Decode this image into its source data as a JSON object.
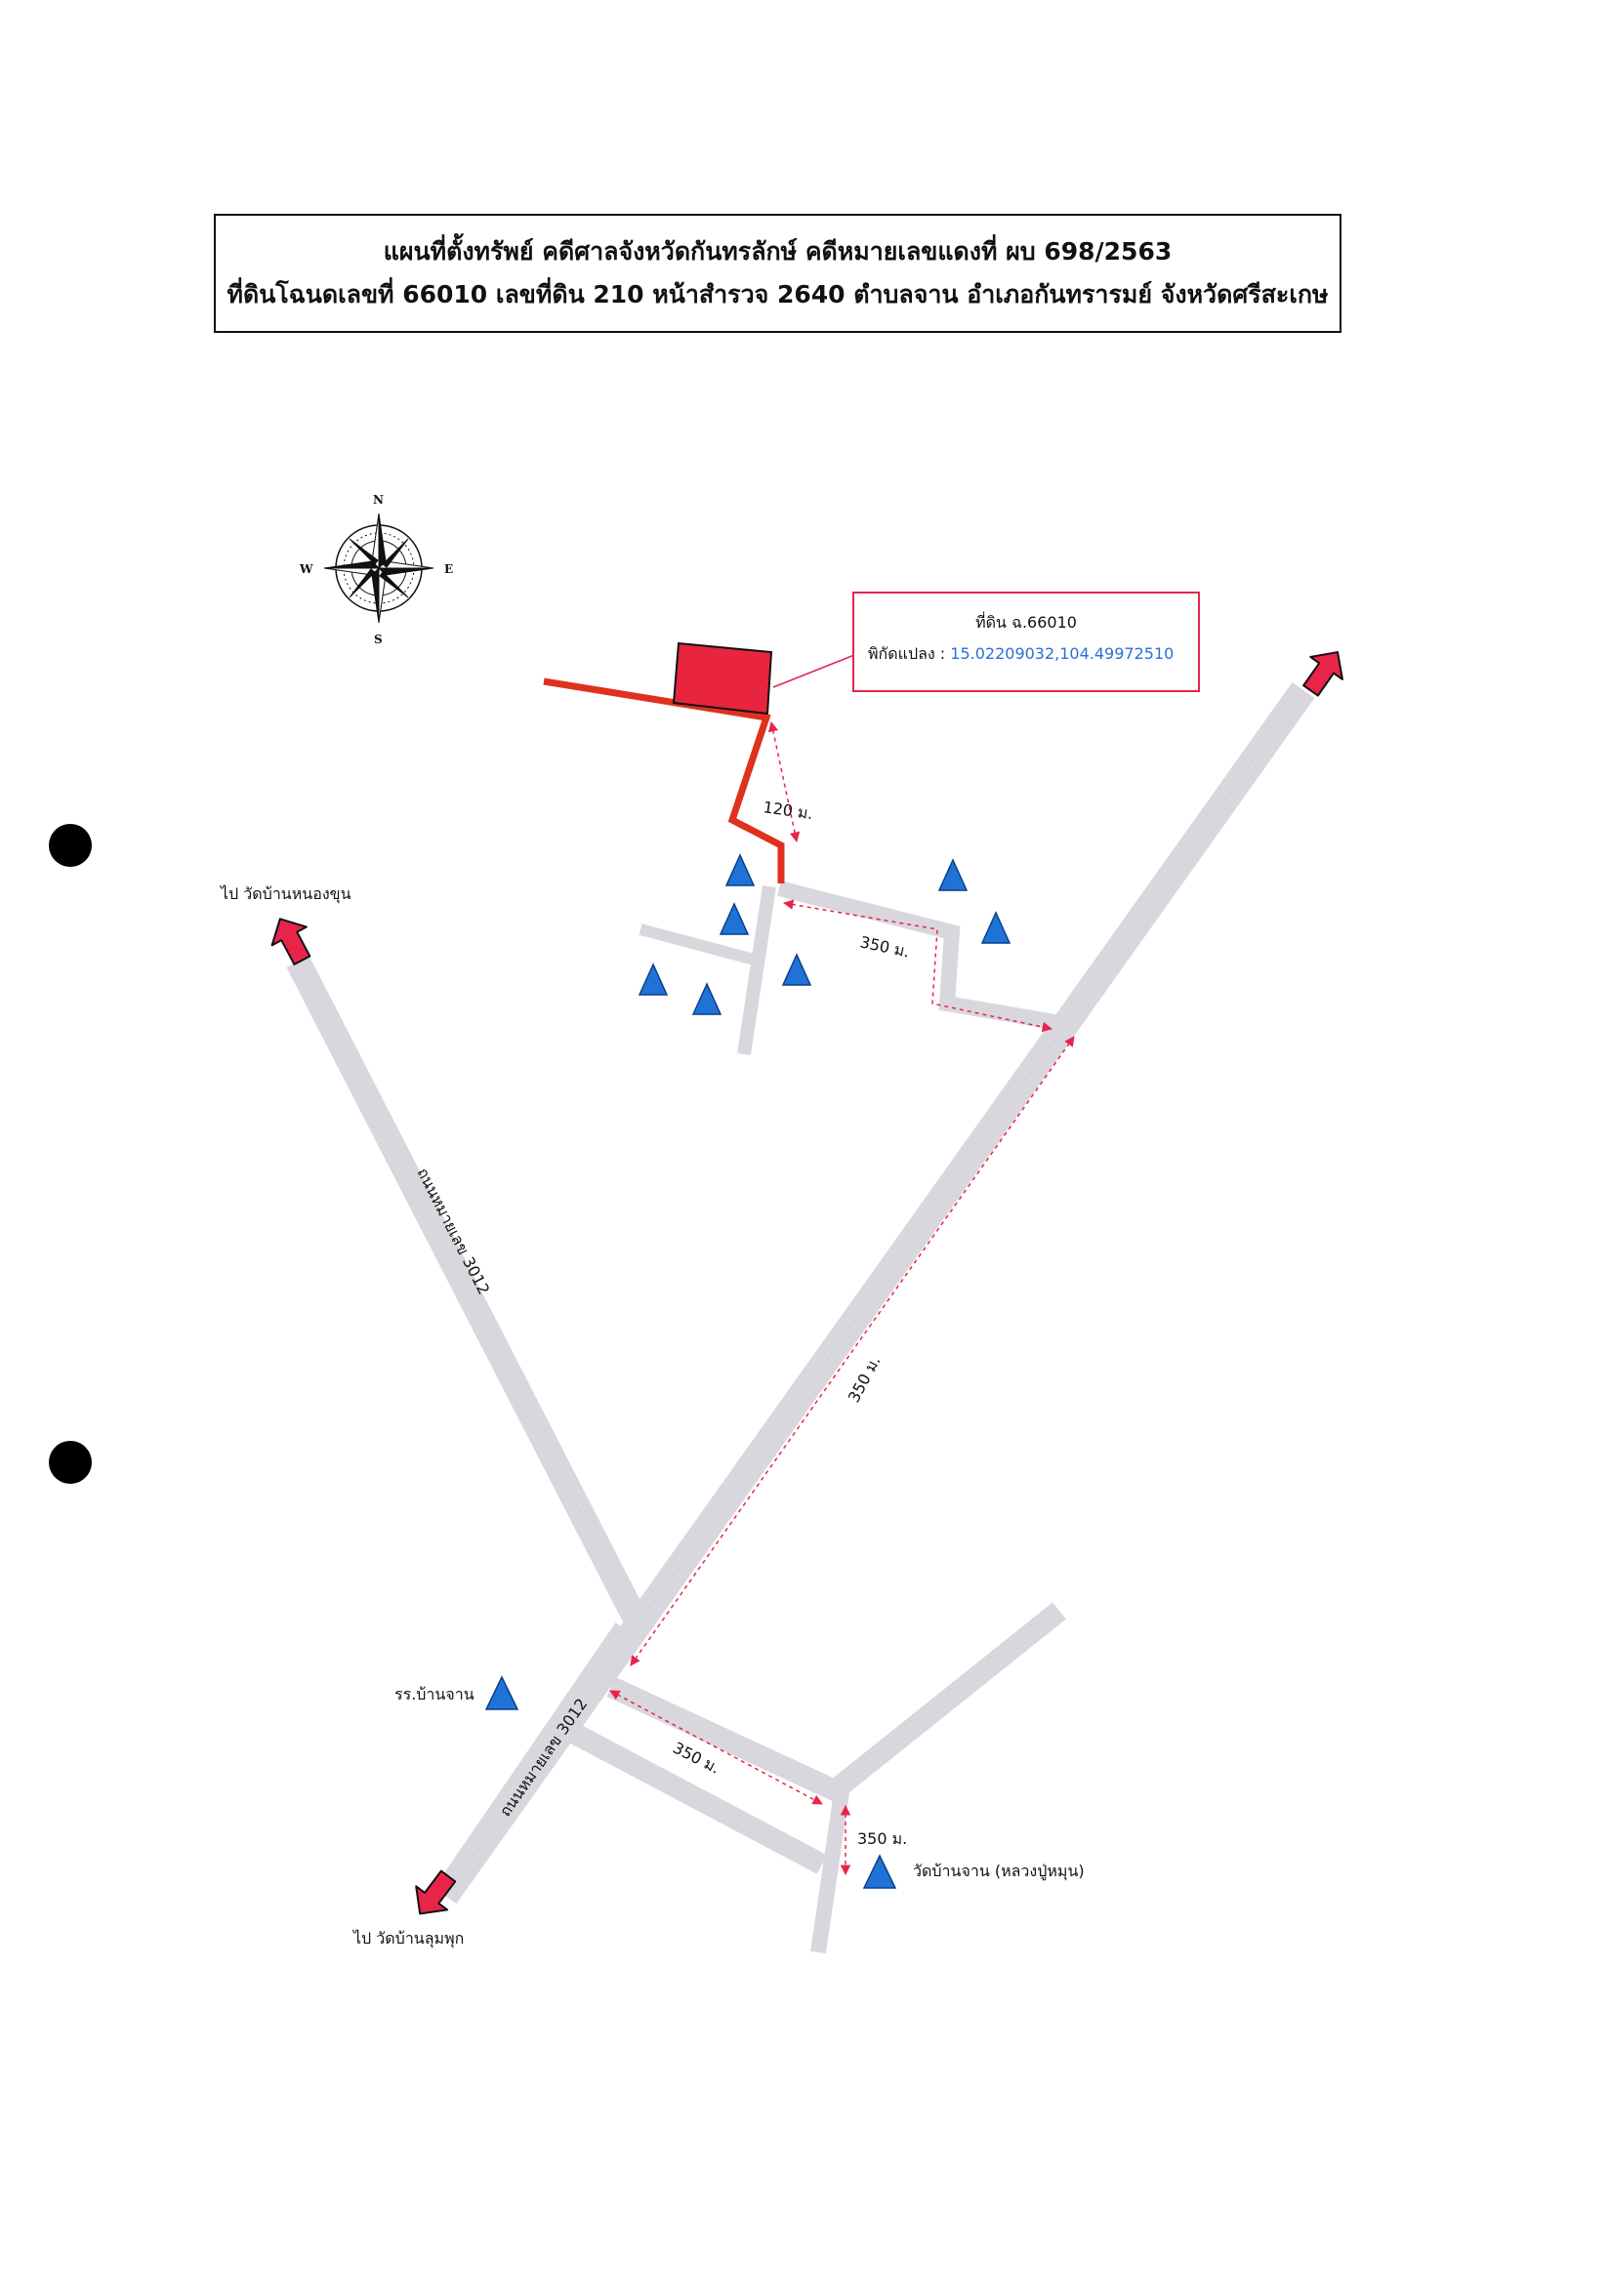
{
  "title": {
    "line1": "แผนที่ตั้งทรัพย์ คดีศาลจังหวัดกันทรลักษ์ คดีหมายเลขแดงที่ ผบ 698/2563",
    "line2": "ที่ดินโฉนดเลขที่ 66010 เลขที่ดิน 210 หน้าสำรวจ 2640 ตำบลจาน อำเภอกันทรารมย์ จังหวัดศรีสะเกษ"
  },
  "callout": {
    "title": "ที่ดิน ฉ.66010",
    "coords_label": "พิกัดแปลง :",
    "coords_value": "15.02209032,104.49972510"
  },
  "compass": {
    "n": "N",
    "s": "S",
    "e": "E",
    "w": "W"
  },
  "labels": {
    "to_nong_khun": "ไป วัดบ้านหนองขุน",
    "to_lum_phuk": "ไป วัดบ้านลุมพุก",
    "school": "รร.บ้านจาน",
    "temple": "วัดบ้านจาน (หลวงปู่หมุน)",
    "road_3012_upper": "ถนนหมายเลข 3012",
    "road_3012_lower": "ถนนหมายเลข 3012",
    "dist_120": "120 ม.",
    "dist_350_top": "350 ม.",
    "dist_350_diag": "350 ม.",
    "dist_350_bottom": "350 ม.",
    "dist_350_temple": "350 ม."
  },
  "colors": {
    "road": "#d9d7de",
    "road_edge": "#c9c7cf",
    "route": "#e0301e",
    "plot": "#e8243f",
    "arrow_fill": "#e8244b",
    "dash": "#e8244b",
    "landmark": "#1f73d6"
  }
}
